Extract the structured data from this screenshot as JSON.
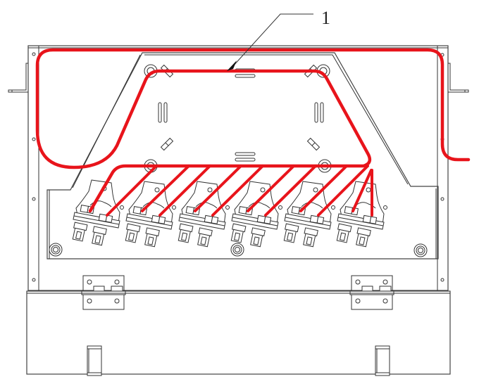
{
  "drawing": {
    "subject": "fiber optic distribution box with cable routing",
    "callouts": [
      {
        "id": "callout-1",
        "label": "1",
        "target": "fiber-route-inner-loop"
      }
    ],
    "colors": {
      "fiber": "#e8141b",
      "linework": "#333333",
      "background": "#ffffff"
    },
    "components": {
      "adapter_modules": 6,
      "adapters_per_module": 2,
      "hinges": 2,
      "latches": 2,
      "mounting_ears": 2,
      "bobbin_posts_upper": 2,
      "bobbin_posts_lower": 2,
      "standoff_bosses": 3
    }
  }
}
